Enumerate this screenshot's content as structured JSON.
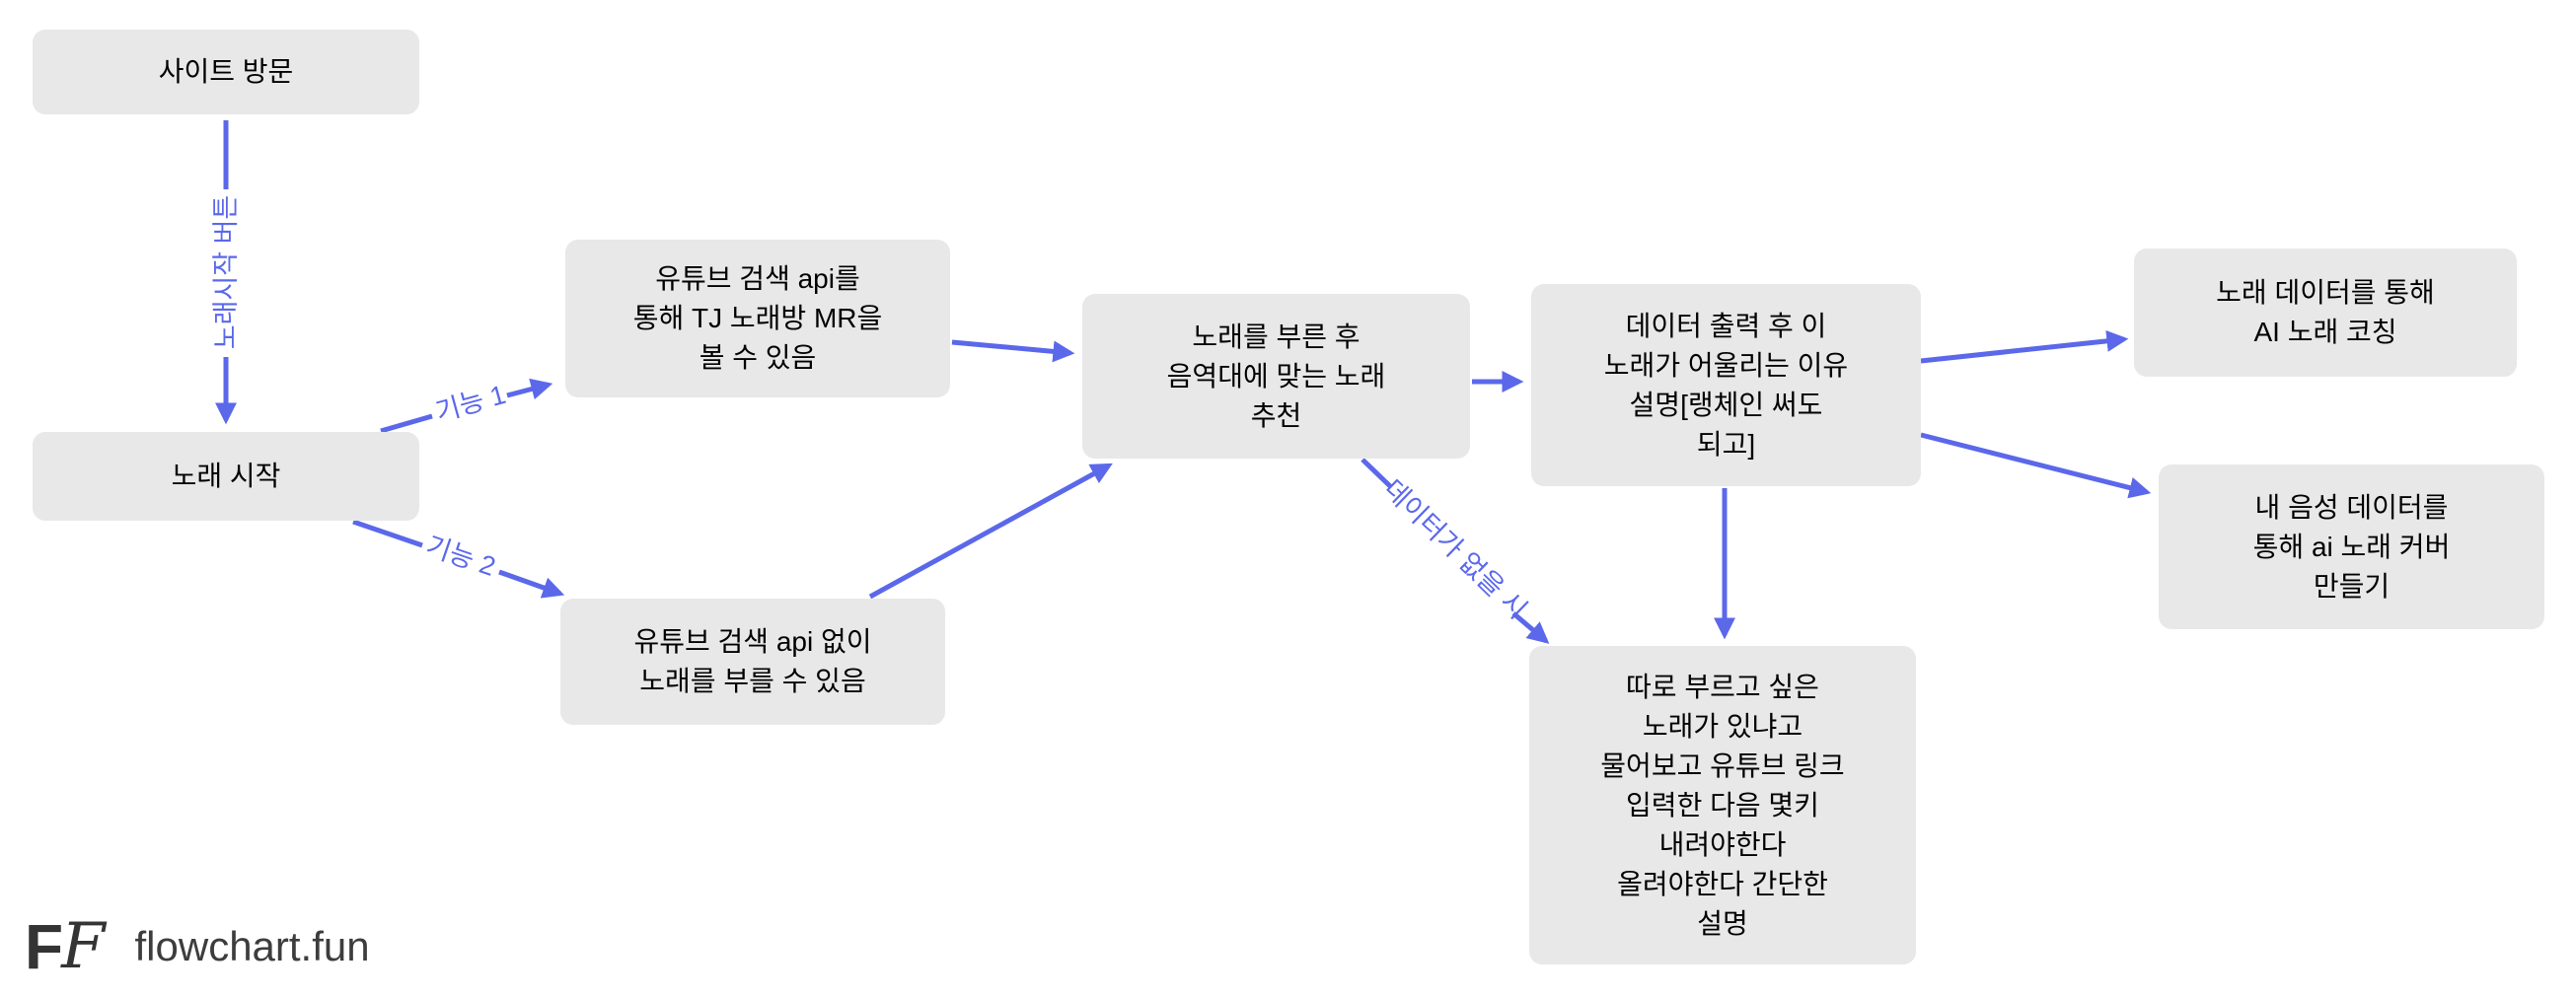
{
  "app": {
    "brand": "flowchart.fun",
    "logo_f_sans": "F",
    "logo_f_script": "F"
  },
  "colors": {
    "edge": "#5b68ea",
    "node_bg": "#e8e8e8",
    "node_text": "#000000",
    "brand_text": "#3d3d3d"
  },
  "nodes": [
    {
      "id": "site-visit",
      "label": "사이트 방문"
    },
    {
      "id": "song-start",
      "label": "노래 시작"
    },
    {
      "id": "youtube-api-mr",
      "label": "유튜브 검색 api를\n통해 TJ 노래방 MR을\n볼 수 있음"
    },
    {
      "id": "no-youtube-api",
      "label": "유튜브 검색 api 없이\n노래를 부를 수 있음"
    },
    {
      "id": "recommend-song",
      "label": "노래를 부른 후\n음역대에 맞는 노래\n추천"
    },
    {
      "id": "explain-reason",
      "label": "데이터 출력 후 이\n노래가 어울리는 이유\n설명[랭체인 써도\n되고]"
    },
    {
      "id": "ai-coaching",
      "label": "노래 데이터를 통해\nAI 노래 코칭"
    },
    {
      "id": "ai-cover",
      "label": "내 음성 데이터를\n통해 ai 노래 커버\n만들기"
    },
    {
      "id": "ask-own-song",
      "label": "따로 부르고 싶은\n노래가 있냐고\n물어보고 유튜브 링크\n입력한 다음 몇키\n내려야한다\n올려야한다 간단한\n설명"
    }
  ],
  "edges": [
    {
      "from": "site-visit",
      "to": "song-start",
      "label": "노래시작 버튼"
    },
    {
      "from": "song-start",
      "to": "youtube-api-mr",
      "label": "기능 1"
    },
    {
      "from": "song-start",
      "to": "no-youtube-api",
      "label": "기능 2"
    },
    {
      "from": "youtube-api-mr",
      "to": "recommend-song",
      "label": ""
    },
    {
      "from": "no-youtube-api",
      "to": "recommend-song",
      "label": ""
    },
    {
      "from": "recommend-song",
      "to": "explain-reason",
      "label": ""
    },
    {
      "from": "recommend-song",
      "to": "ask-own-song",
      "label": "데이터가 없을 시"
    },
    {
      "from": "explain-reason",
      "to": "ai-coaching",
      "label": ""
    },
    {
      "from": "explain-reason",
      "to": "ai-cover",
      "label": ""
    },
    {
      "from": "explain-reason",
      "to": "ask-own-song",
      "label": ""
    }
  ]
}
